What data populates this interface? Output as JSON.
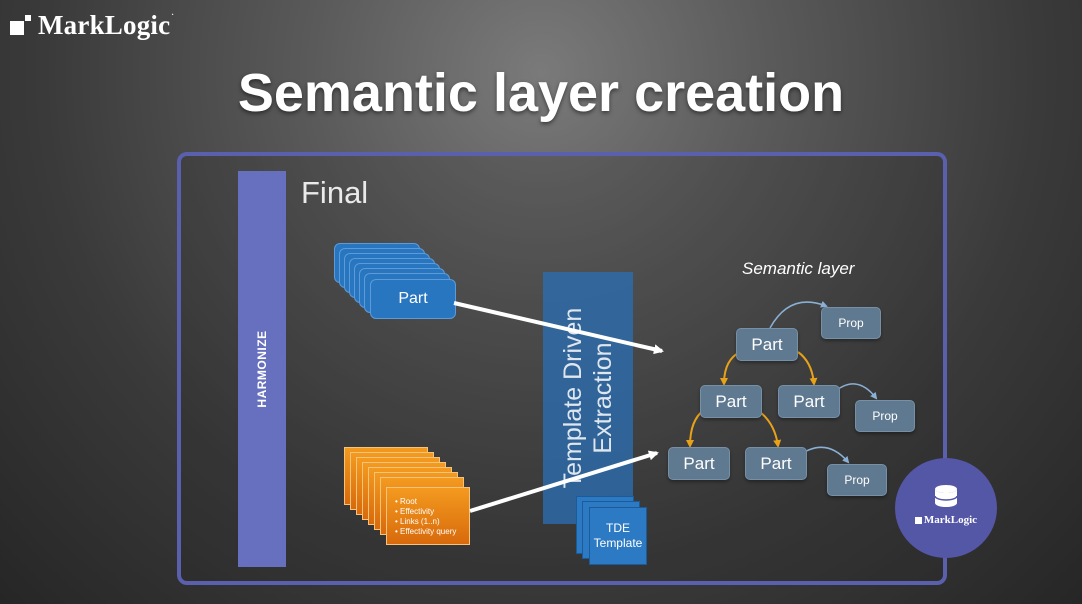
{
  "brand": {
    "name": "MarkLogic",
    "mark": "·"
  },
  "title": "Semantic layer creation",
  "harmonize_label": "HARMONIZE",
  "final_label": "Final",
  "source_part_label": "Part",
  "source_doc_items": [
    "Root",
    "Effectivity",
    "Links (1..n)",
    "Effectivity query"
  ],
  "tde": {
    "line1": "Template Driven",
    "line2": "Extraction"
  },
  "tde_template": {
    "line1": "TDE",
    "line2": "Template"
  },
  "semantic_layer_label": "Semantic layer",
  "graph": {
    "part_label": "Part",
    "prop_label": "Prop"
  },
  "badge_brand": "MarkLogic",
  "colors": {
    "frame": "#5a5fae",
    "harmonize": "#6670be",
    "part_card": "#2876c0",
    "doc_card": "#e8820f",
    "tde": "#2b6eb2",
    "node": "#5f7990",
    "hierarchy_arrow": "#e8a21a",
    "prop_arrow": "#8ab0d6",
    "badge": "#5456a6"
  },
  "icons": [
    "marklogic-logo-icon",
    "database-icon"
  ]
}
